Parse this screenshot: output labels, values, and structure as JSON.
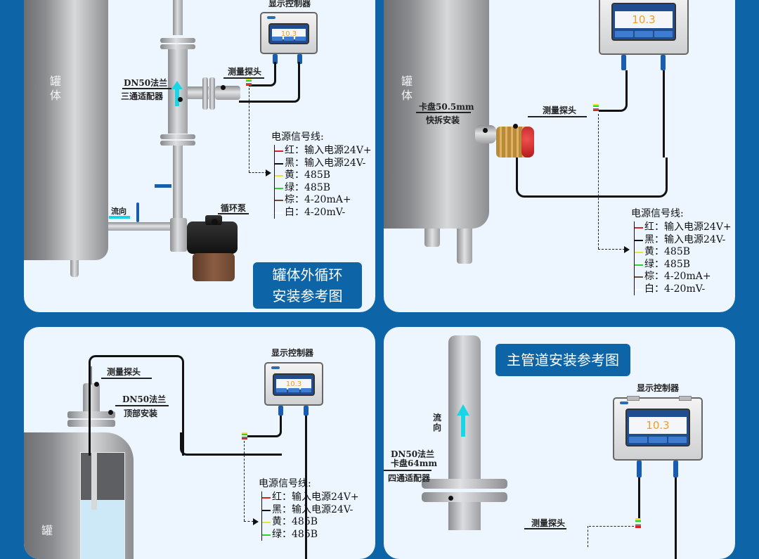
{
  "colors": {
    "background": "#0d64a6",
    "panel": "#edf6fe",
    "title_box": "#0d64a6",
    "flow_arrow": "#19d6e6",
    "display_value": "#f0a020"
  },
  "wire_legend": {
    "title": "电源信号线:",
    "rows": [
      {
        "color_name": "红",
        "color": "#e02020",
        "text": "红：输入电源24V+"
      },
      {
        "color_name": "黑",
        "color": "#111111",
        "text": "黑：输入电源24V-"
      },
      {
        "color_name": "黄",
        "color": "#f0e030",
        "text": "黄：485B"
      },
      {
        "color_name": "绿",
        "color": "#30d030",
        "text": "绿：485B"
      },
      {
        "color_name": "棕",
        "color": "#6b4a30",
        "text": "棕：4-20mA+"
      },
      {
        "color_name": "白",
        "color": "#ffffff",
        "text": "白：4-20mV-"
      }
    ]
  },
  "controller": {
    "label": "显示控制器",
    "display_value": "10.3",
    "display_unit": "%"
  },
  "panels": [
    {
      "id": "external-circulation",
      "title_line1": "罐体外循环",
      "title_line2": "安装参考图",
      "tank_label": "罐体",
      "labels": {
        "flange_line1": "DN50法兰",
        "flange_line2": "三通适配器",
        "probe": "测量探头",
        "flow": "流向",
        "pump": "循环泵"
      }
    },
    {
      "id": "side-mount",
      "tank_label": "罐体",
      "labels": {
        "clamp_line1": "卡盘50.5mm",
        "clamp_line2": "快拆安装",
        "probe": "测量探头"
      }
    },
    {
      "id": "top-mount",
      "tank_label": "罐",
      "labels": {
        "probe": "测量探头",
        "flange_line1": "DN50法兰",
        "flange_line2": "顶部安装"
      }
    },
    {
      "id": "main-pipe",
      "title": "主管道安装参考图",
      "labels": {
        "flow": "流向",
        "flange_line1": "DN50法兰",
        "flange_line2": "卡盘64mm",
        "flange_line3": "四通适配器",
        "probe": "测量探头"
      }
    }
  ]
}
